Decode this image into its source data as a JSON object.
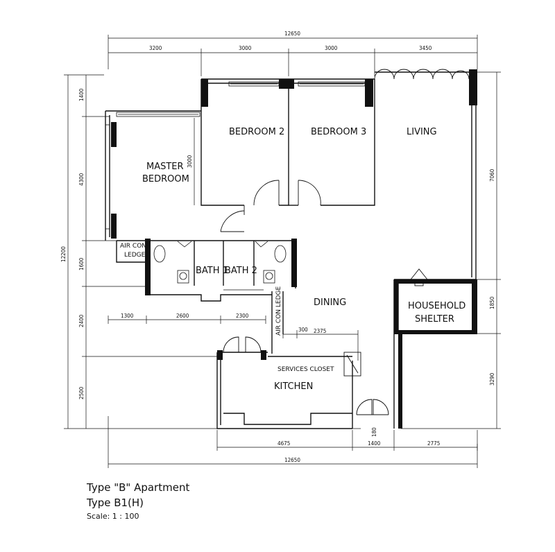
{
  "rooms": {
    "bedroom2": "BEDROOM 2",
    "bedroom3": "BEDROOM 3",
    "living": "LIVING",
    "master1": "MASTER",
    "master2": "BEDROOM",
    "aircon1_a": "AIR CON",
    "aircon1_b": "LEDGE",
    "bath1": "BATH 1",
    "bath2": "BATH 2",
    "dining": "DINING",
    "shelter1": "HOUSEHOLD",
    "shelter2": "SHELTER",
    "aircon2": "AIR CON LEDGE",
    "services": "SERVICES CLOSET",
    "kitchen": "KITCHEN"
  },
  "dimensions": {
    "top_total": "12650",
    "top_segments": [
      "3200",
      "3000",
      "3000",
      "3450"
    ],
    "left_total": "12200",
    "left_segments": [
      "1400",
      "4300",
      "1600",
      "2400",
      "2500"
    ],
    "mid_horizontal": [
      "1300",
      "2600",
      "2300"
    ],
    "master_width": "3000",
    "right_segments": [
      "7060",
      "1850",
      "3290"
    ],
    "bottom_segments": [
      "4675",
      "1400",
      "2775"
    ],
    "bottom_total": "12650",
    "small_300": "300",
    "small_2375": "2375",
    "small_180": "180"
  },
  "caption": {
    "line1": "Type \"B\" Apartment",
    "line2": "Type B1(H)",
    "line3": "Scale: 1 : 100"
  }
}
